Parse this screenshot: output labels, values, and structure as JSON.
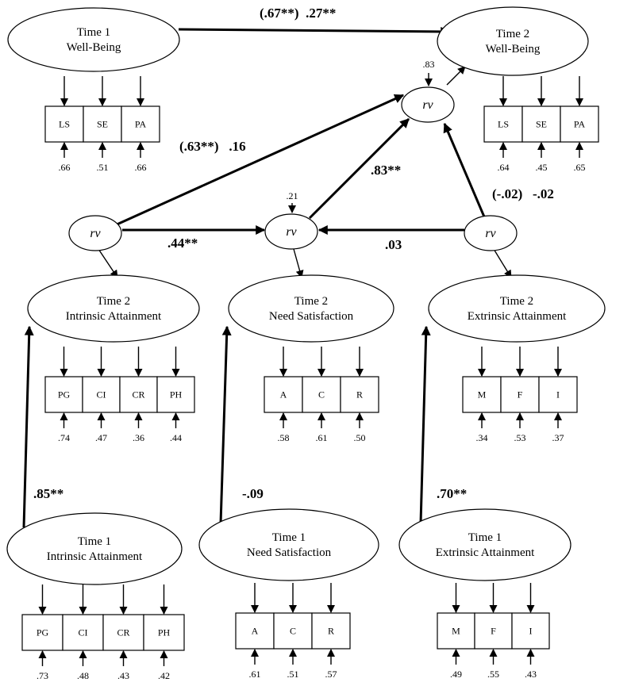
{
  "constructs": {
    "t1_wb": {
      "line1": "Time 1",
      "line2": "Well-Being"
    },
    "t2_wb": {
      "line1": "Time 2",
      "line2": "Well-Being"
    },
    "t2_ia": {
      "line1": "Time 2",
      "line2": "Intrinsic Attainment"
    },
    "t2_ns": {
      "line1": "Time 2",
      "line2": "Need Satisfaction"
    },
    "t2_ea": {
      "line1": "Time 2",
      "line2": "Extrinsic Attainment"
    },
    "t1_ia": {
      "line1": "Time 1",
      "line2": "Intrinsic Attainment"
    },
    "t1_ns": {
      "line1": "Time 1",
      "line2": "Need Satisfaction"
    },
    "t1_ea": {
      "line1": "Time 1",
      "line2": "Extrinsic Attainment"
    }
  },
  "residual_label": "rv",
  "indicators": {
    "t1_wb": [
      "LS",
      "SE",
      "PA"
    ],
    "t2_wb": [
      "LS",
      "SE",
      "PA"
    ],
    "t2_ia": [
      "PG",
      "CI",
      "CR",
      "PH"
    ],
    "t2_ns": [
      "A",
      "C",
      "R"
    ],
    "t2_ea": [
      "M",
      "F",
      "I"
    ],
    "t1_ia": [
      "PG",
      "CI",
      "CR",
      "PH"
    ],
    "t1_ns": [
      "A",
      "C",
      "R"
    ],
    "t1_ea": [
      "M",
      "F",
      "I"
    ]
  },
  "errors": {
    "t1_wb": [
      ".66",
      ".51",
      ".66"
    ],
    "t2_wb": [
      ".64",
      ".45",
      ".65"
    ],
    "t2_ia": [
      ".74",
      ".47",
      ".36",
      ".44"
    ],
    "t2_ns": [
      ".58",
      ".61",
      ".50"
    ],
    "t2_ea": [
      ".34",
      ".53",
      ".37"
    ],
    "t1_ia": [
      ".73",
      ".48",
      ".43",
      ".42"
    ],
    "t1_ns": [
      ".61",
      ".51",
      ".57"
    ],
    "t1_ea": [
      ".49",
      ".55",
      ".43"
    ]
  },
  "residual_values": {
    "wb": ".83",
    "ns": ".21"
  },
  "paths": {
    "wb_stability": "(.67**)  .27**",
    "ia_to_wb": "(.63**)   .16",
    "ns_to_wb": ".83**",
    "ea_to_wb": "(-.02)   -.02",
    "ia_to_ns": ".44**",
    "ea_to_ns": ".03",
    "ia_stability": ".85**",
    "ns_stability": "-.09",
    "ea_stability": ".70**"
  }
}
